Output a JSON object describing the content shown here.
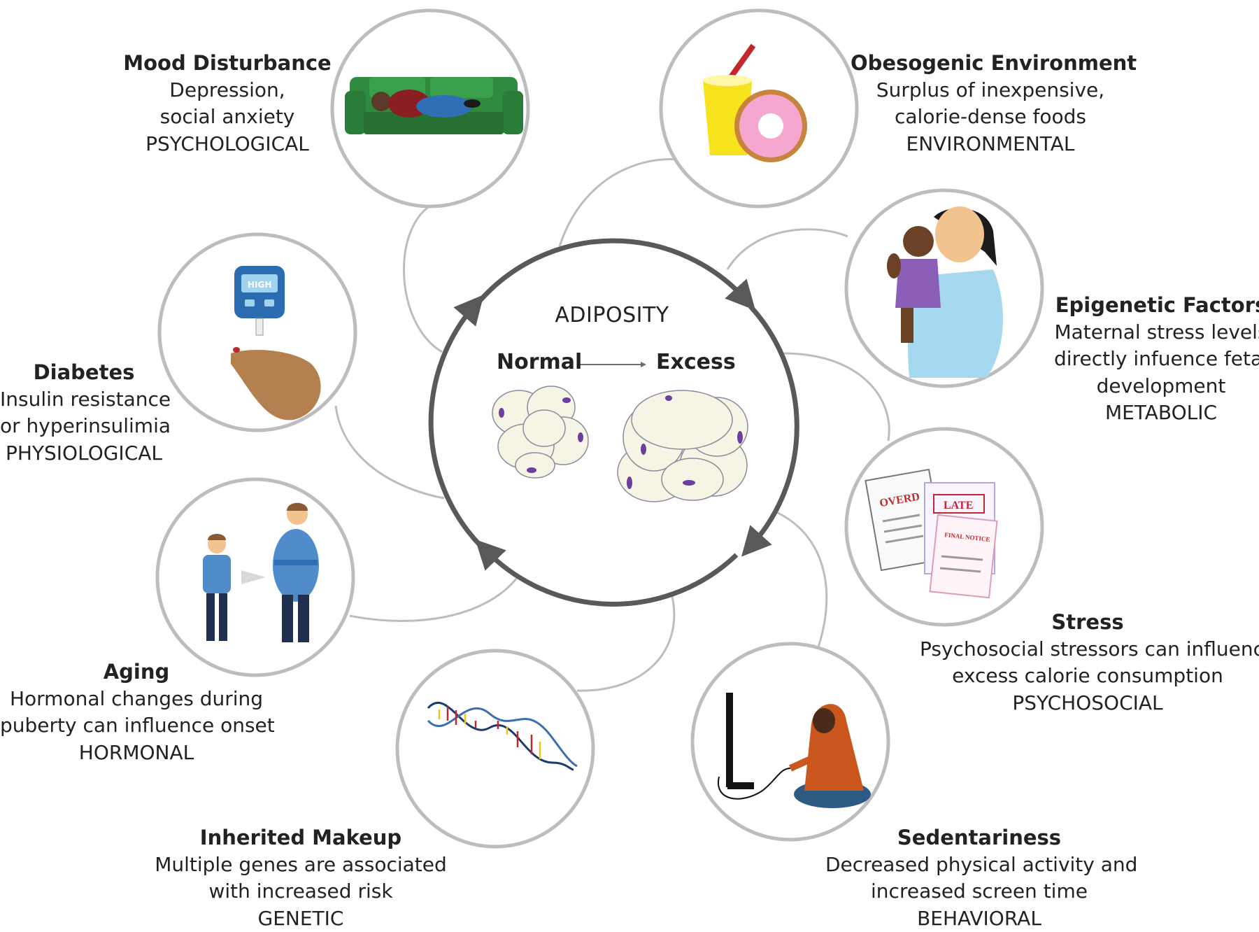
{
  "center": {
    "title": "ADIPOSITY",
    "from_label": "Normal",
    "to_label": "Excess"
  },
  "factors": [
    {
      "title": "Mood Disturbance",
      "lines": [
        "Depression,",
        "social anxiety"
      ],
      "category": "PSYCHOLOGICAL",
      "icon": "couch-depressed-person-icon"
    },
    {
      "title": "Obesogenic Environment",
      "lines": [
        "Surplus of inexpensive,",
        "calorie-dense foods"
      ],
      "category": "ENVIRONMENTAL",
      "icon": "soda-donut-icon"
    },
    {
      "title": "Epigenetic Factors",
      "lines": [
        "Maternal stress levels",
        "directly infuence fetal",
        "development"
      ],
      "category": "METABOLIC",
      "icon": "pregnant-mother-child-icon"
    },
    {
      "title": "Stress",
      "lines": [
        "Psychosocial stressors can influence",
        "excess calorie consumption"
      ],
      "category": "PSYCHOSOCIAL",
      "icon": "overdue-bills-icon",
      "bill_stamps": [
        "OVERD",
        "LATE",
        "FINAL NOTICE"
      ]
    },
    {
      "title": "Sedentariness",
      "lines": [
        "Decreased physical activity and",
        "increased screen time"
      ],
      "category": "BEHAVIORAL",
      "icon": "person-gaming-tv-icon"
    },
    {
      "title": "Inherited Makeup",
      "lines": [
        "Multiple genes are associated",
        "with increased risk"
      ],
      "category": "GENETIC",
      "icon": "dna-helix-icon"
    },
    {
      "title": "Aging",
      "lines": [
        "Hormonal changes during",
        "puberty can influence onset"
      ],
      "category": "HORMONAL",
      "icon": "child-to-adult-icon"
    },
    {
      "title": "Diabetes",
      "lines": [
        "Insulin resistance",
        "or hyperinsulimia"
      ],
      "category": "PHYSIOLOGICAL",
      "icon": "glucose-meter-finger-icon",
      "meter_text": "HIGH"
    }
  ],
  "colors": {
    "cycle": "#58595b",
    "connector": "#bdbdbd",
    "circle_border": "#bdbdbd",
    "fat_cell": "#f6f4e4",
    "cell_nucleus": "#6a3fa0"
  }
}
